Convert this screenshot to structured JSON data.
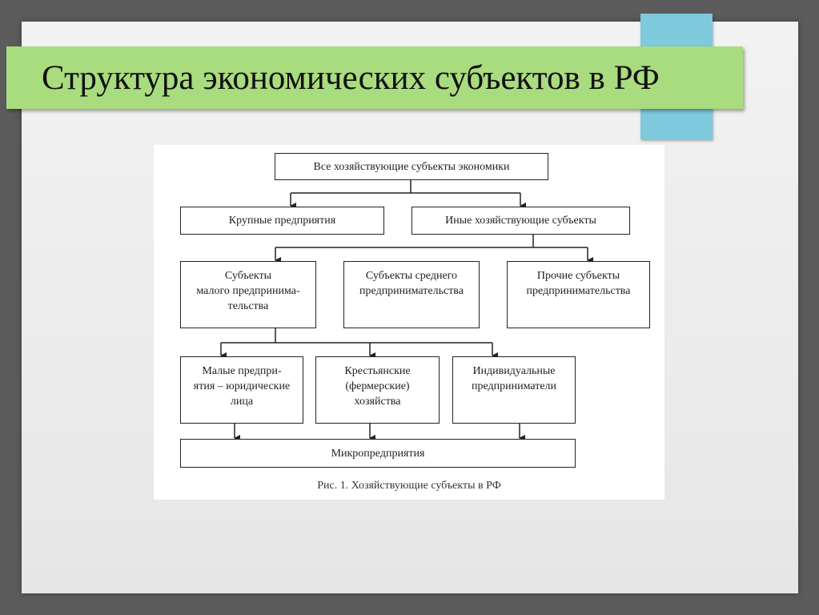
{
  "slide": {
    "title": "Структура экономических субъектов в РФ"
  },
  "diagram": {
    "nodes": {
      "root": "Все хозяйствующие субъекты экономики",
      "large": "Крупные предприятия",
      "other": "Иные хозяйствующие субъекты",
      "small": "Субъекты\nмалого предпринима-\nтельства",
      "medium": "Субъекты среднего\nпредпринимательства",
      "misc": "Прочие субъекты\nпредпринимательства",
      "small_legal": "Малые предпри-\nятия – юридические\nлица",
      "farm": "Крестьянские\n(фермерские)\nхозяйства",
      "individual": "Индивидуальные\nпредприниматели",
      "micro": "Микропредприятия"
    },
    "caption": "Рис. 1. Хозяйствующие субъекты в РФ"
  }
}
